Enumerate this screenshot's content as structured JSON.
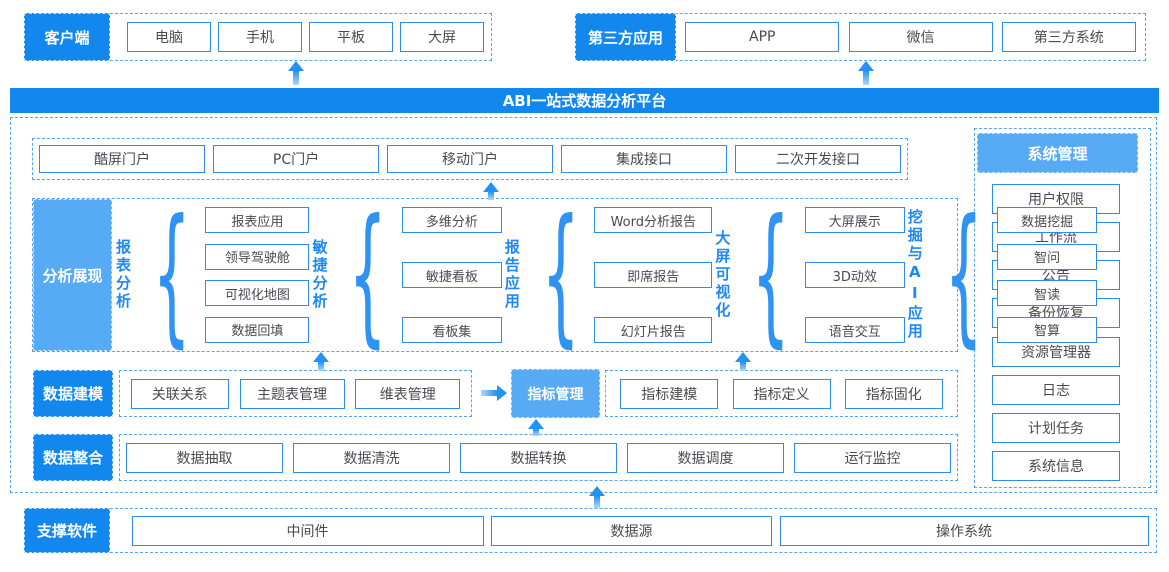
{
  "top": {
    "client": {
      "label": "客户端",
      "items": [
        "电脑",
        "手机",
        "平板",
        "大屏"
      ]
    },
    "third_party": {
      "label": "第三方应用",
      "items": [
        "APP",
        "微信",
        "第三方系统"
      ]
    }
  },
  "banner": {
    "title": "ABI一站式数据分析平台"
  },
  "portal_row": {
    "items": [
      "酷屏门户",
      "PC门户",
      "移动门户",
      "集成接口",
      "二次开发接口"
    ]
  },
  "analysis": {
    "label": "分析展现",
    "groups": [
      {
        "name": "报表分析",
        "items": [
          "报表应用",
          "领导驾驶舱",
          "可视化地图",
          "数据回填"
        ]
      },
      {
        "name": "敏捷分析",
        "items": [
          "多维分析",
          "敏捷看板",
          "看板集"
        ]
      },
      {
        "name": "报告应用",
        "items": [
          "Word分析报告",
          "即席报告",
          "幻灯片报告"
        ]
      },
      {
        "name": "大屏可视化",
        "items": [
          "大屏展示",
          "3D动效",
          "语音交互"
        ]
      },
      {
        "name": "挖掘与AI应用",
        "items": [
          "数据挖掘",
          "智问",
          "智读",
          "智算"
        ]
      }
    ]
  },
  "modeling": {
    "label": "数据建模",
    "left_items": [
      "关联关系",
      "主题表管理",
      "维表管理"
    ],
    "highlight": "指标管理",
    "right_items": [
      "指标建模",
      "指标定义",
      "指标固化"
    ]
  },
  "integration": {
    "label": "数据整合",
    "items": [
      "数据抽取",
      "数据清洗",
      "数据转换",
      "数据调度",
      "运行监控"
    ]
  },
  "system": {
    "label": "系统管理",
    "items": [
      "用户权限",
      "工作流",
      "公告",
      "备份恢复",
      "资源管理器",
      "日志",
      "计划任务",
      "系统信息"
    ]
  },
  "support": {
    "label": "支撑软件",
    "items": [
      "中间件",
      "数据源",
      "操作系统"
    ]
  },
  "colors": {
    "primary_blue": "#1287ee",
    "secondary_blue": "#57aaf4",
    "box_border": "#2b8ced",
    "dashed_border": "#55a5f0",
    "group_label_text": "#1e88f5",
    "box_text": "#4a4a50"
  }
}
